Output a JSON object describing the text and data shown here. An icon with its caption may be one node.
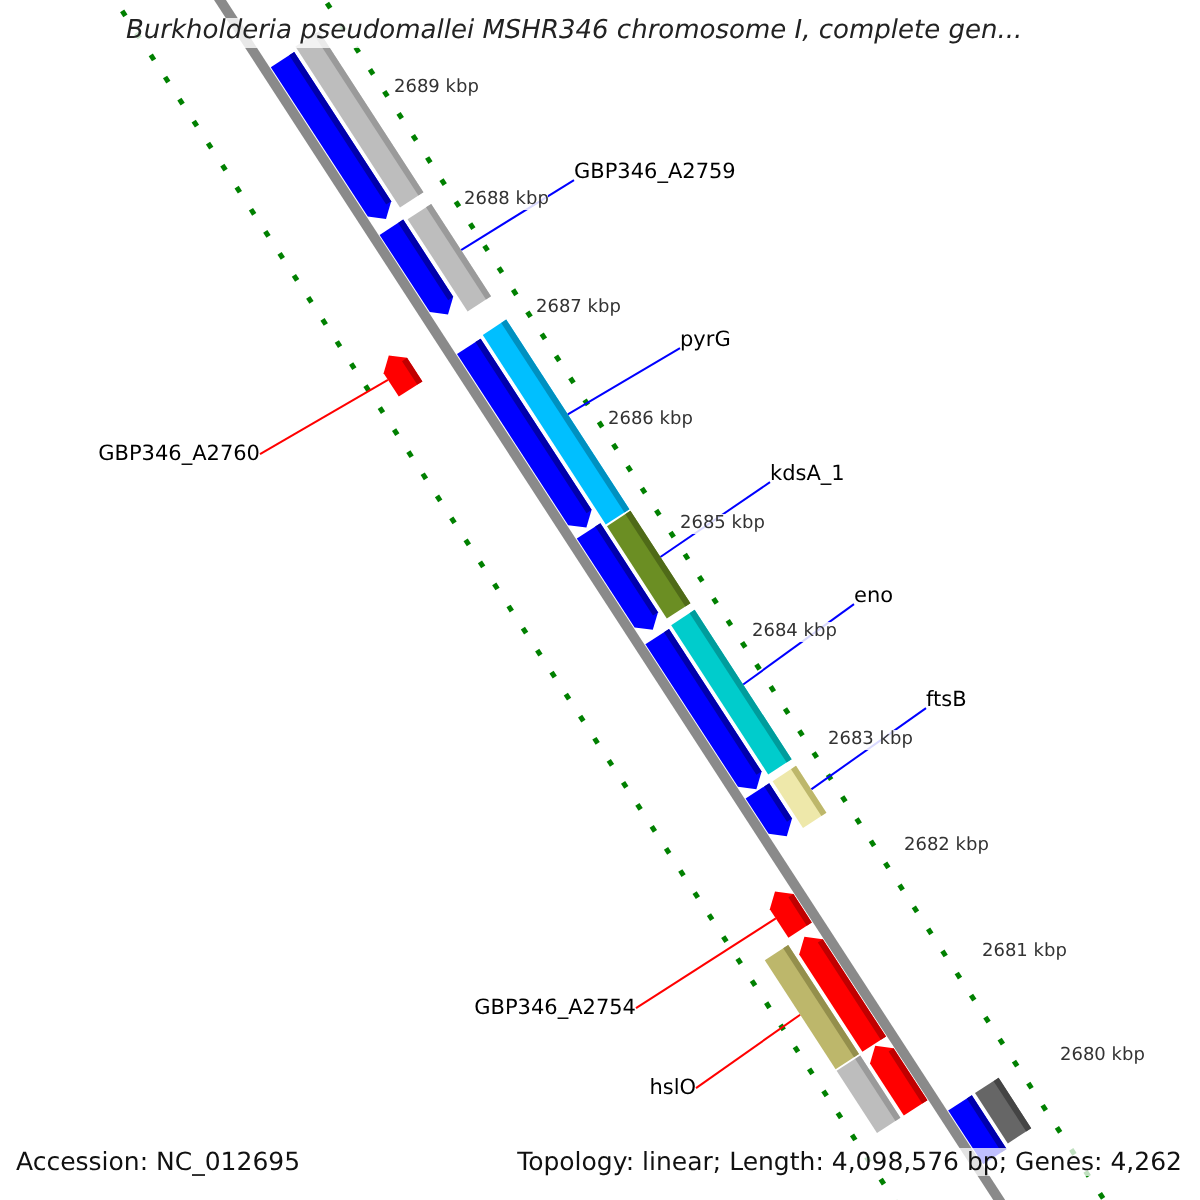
{
  "diagram": {
    "title": "Burkholderia pseudomallei MSHR346 chromosome I, complete gen...",
    "nodes": [
      {
        "text": [
          "GBP346_A2759"
        ]
      },
      {
        "text": [],
        "shape": "bar"
      },
      {
        "text": [
          "pyrG"
        ]
      },
      {
        "text": [],
        "shape": "bar"
      },
      {
        "text": [
          "GBP346_A2760"
        ]
      },
      {
        "text": [],
        "shape": "bar"
      },
      {
        "text": [
          "kdsA_1"
        ]
      },
      {
        "text": [],
        "shape": "bar"
      },
      {
        "text": [
          "eno"
        ]
      },
      {
        "text": [],
        "shape": "bar"
      },
      {
        "text": [
          "ftsB"
        ]
      },
      {
        "text": [],
        "shape": "bar"
      },
      {
        "text": [
          "GBP346_A2754"
        ]
      },
      {
        "text": [],
        "shape": "bar"
      },
      {
        "text": [
          "hslO"
        ]
      },
      {
        "text": [],
        "shape": "bar"
      },
      {
        "text": [],
        "shape": "bar"
      },
      {
        "text": [],
        "shape": "bar"
      },
      {
        "text": [],
        "shape": "bar"
      },
      {
        "text": [],
        "shape": "bar"
      },
      {
        "text": [],
        "shape": "bar"
      },
      {
        "text": [],
        "shape": "bar"
      },
      {
        "text": [],
        "shape": "bar"
      },
      {
        "text": [],
        "shape": "bar"
      },
      {
        "text": [],
        "shape": "bar"
      },
      {
        "text": [],
        "shape": "bar"
      },
      {
        "text": [],
        "shape": "bar"
      },
      {
        "text": [],
        "shape": "bar"
      }
    ],
    "edges": [
      {
        "from": 0,
        "to": 1,
        "arrow": "none"
      },
      {
        "from": 2,
        "to": 3,
        "arrow": "none"
      },
      {
        "from": 4,
        "to": 5,
        "arrow": "none",
        "color": "#ff0000"
      },
      {
        "from": 6,
        "to": 7,
        "arrow": "none"
      },
      {
        "from": 8,
        "to": 9,
        "arrow": "none"
      },
      {
        "from": 10,
        "to": 11,
        "arrow": "none"
      },
      {
        "from": 12,
        "to": 13,
        "arrow": "none",
        "color": "#ff0000"
      },
      {
        "from": 14,
        "to": 15,
        "arrow": "none",
        "color": "#ff0000"
      }
    ],
    "labels": [
      "2689 kbp",
      "2688 kbp",
      "2687 kbp",
      "2686 kbp",
      "2685 kbp",
      "2684 kbp",
      "2683 kbp",
      "2682 kbp",
      "2681 kbp",
      "2680 kbp",
      "Accession: NC_012695",
      "Topology: linear; Length: 4,098,576 bp; Genes: 4,262"
    ]
  }
}
